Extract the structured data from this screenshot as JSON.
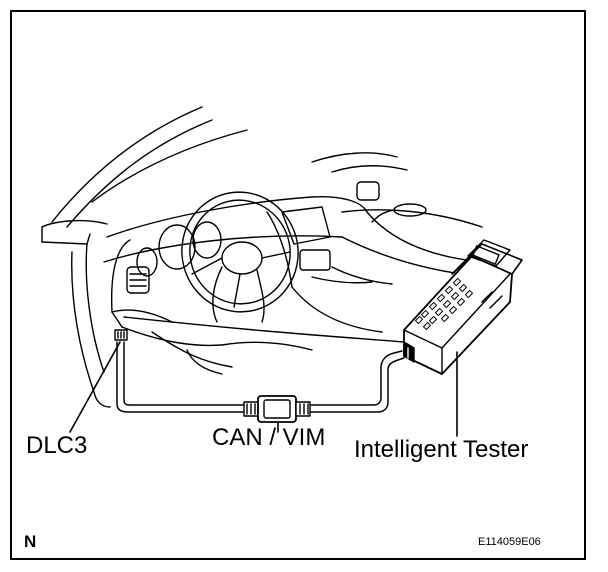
{
  "labels": {
    "dlc3": "DLC3",
    "can_vim": "CAN / VIM",
    "tester": "Intelligent Tester"
  },
  "footer": {
    "corner_letter": "N",
    "figure_code": "E114059E06"
  }
}
